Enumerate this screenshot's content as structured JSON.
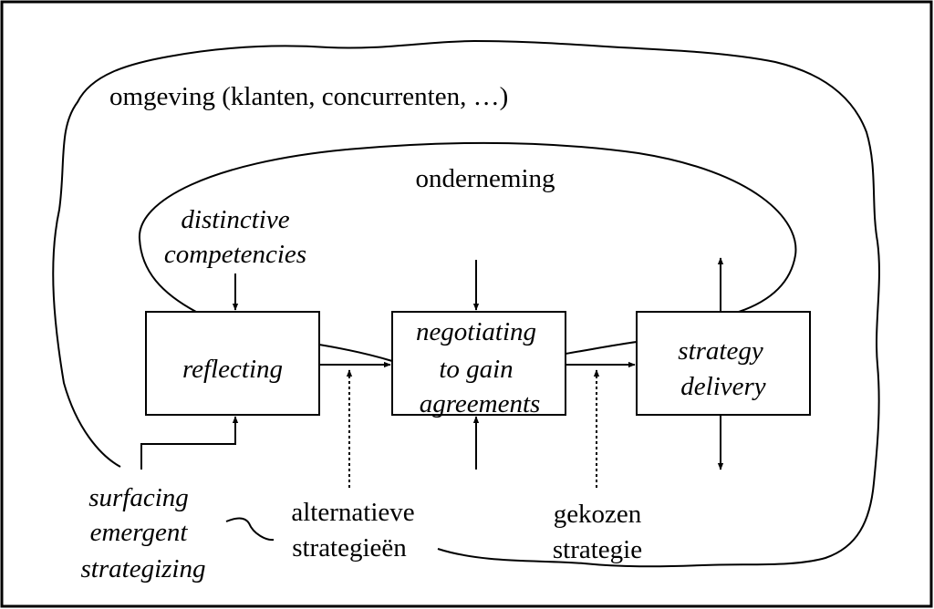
{
  "environment": {
    "label": "omgeving (klanten, concurrenten, …)"
  },
  "company": {
    "label": "onderneming"
  },
  "competencies": {
    "line1": "distinctive",
    "line2": "competencies"
  },
  "boxes": {
    "reflecting": {
      "line1": "reflecting"
    },
    "negotiating": {
      "line1": "negotiating",
      "line2": "to gain",
      "line3": "agreements"
    },
    "delivery": {
      "line1": "strategy",
      "line2": "delivery"
    }
  },
  "surfacing": {
    "line1": "surfacing",
    "line2": "emergent",
    "line3": "strategizing"
  },
  "alternatives": {
    "line1": "alternatieve",
    "line2": "strategieën"
  },
  "chosen": {
    "line1": "gekozen",
    "line2": "strategie"
  },
  "colors": {
    "stroke": "#000000",
    "background": "#ffffff"
  }
}
